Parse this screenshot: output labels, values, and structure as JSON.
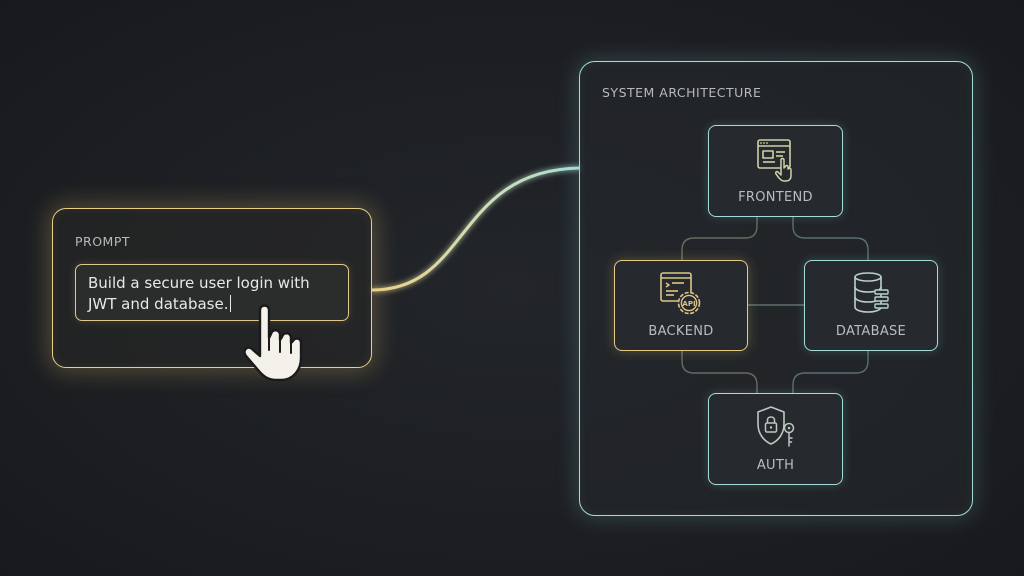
{
  "prompt": {
    "label": "PROMPT",
    "text_line1": "Build a secure user login with",
    "text_line2": "JWT and database."
  },
  "architecture": {
    "title": "SYSTEM ARCHITECTURE",
    "nodes": [
      {
        "label": "FRONTEND",
        "icon": "browser-click-icon"
      },
      {
        "label": "BACKEND",
        "icon": "api-gear-icon"
      },
      {
        "label": "DATABASE",
        "icon": "database-icon"
      },
      {
        "label": "AUTH",
        "icon": "shield-lock-key-icon"
      }
    ]
  },
  "colors": {
    "prompt_accent": "#e9cf86",
    "architecture_accent": "#a3dcd8",
    "background": "#1d1f23"
  }
}
